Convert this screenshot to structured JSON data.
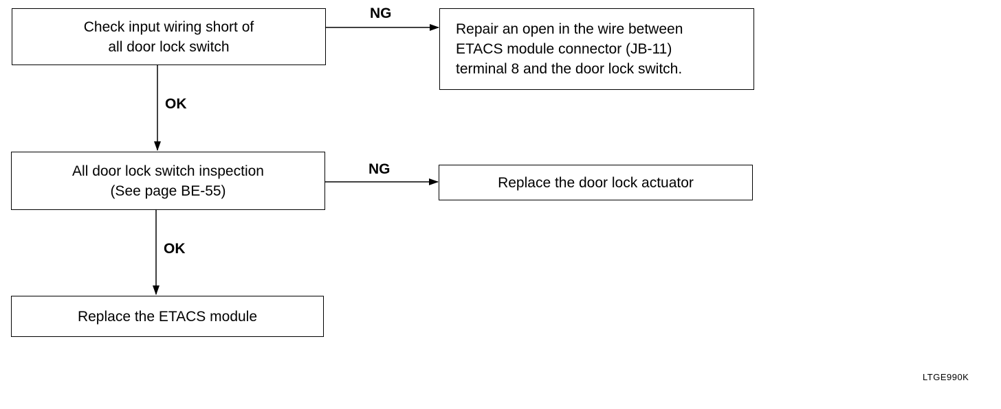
{
  "steps": {
    "check_wiring": [
      "Check input wiring short of",
      "all door lock switch"
    ],
    "repair_open": [
      "Repair an open in the wire between",
      "ETACS module connector (JB-11)",
      "terminal 8 and the door lock switch."
    ],
    "switch_inspection": [
      "All door lock switch inspection",
      "(See page BE-55)"
    ],
    "replace_actuator": [
      "Replace the door lock actuator"
    ],
    "replace_module": [
      "Replace the ETACS module"
    ]
  },
  "edges": {
    "ng_1": "NG",
    "ok_1": "OK",
    "ng_2": "NG",
    "ok_2": "OK"
  },
  "figure_code": "LTGE990K"
}
